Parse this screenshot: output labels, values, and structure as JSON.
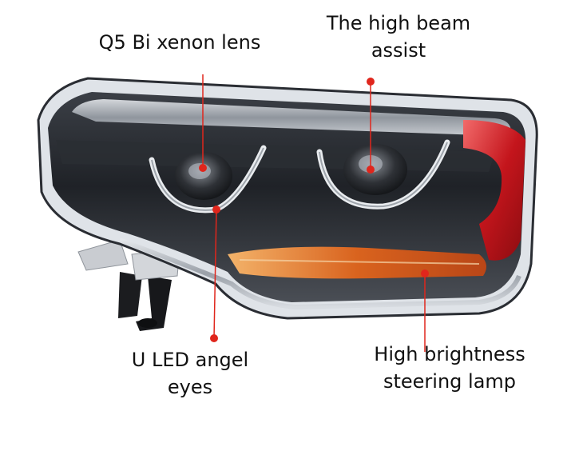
{
  "labels": {
    "q5_lens": [
      "Q5 Bi xenon lens"
    ],
    "high_beam": [
      "The high beam",
      "assist"
    ],
    "u_led": [
      "U LED angel",
      "eyes"
    ],
    "steering": [
      "High brightness",
      "steering lamp"
    ]
  },
  "colors": {
    "callout_dot": "#e0261c",
    "callout_line": "#e0261c",
    "housing_dark": "#2a2d33",
    "chrome": "#b9bec6",
    "amber": "#e07a2a",
    "red_lens": "#d2262a"
  }
}
